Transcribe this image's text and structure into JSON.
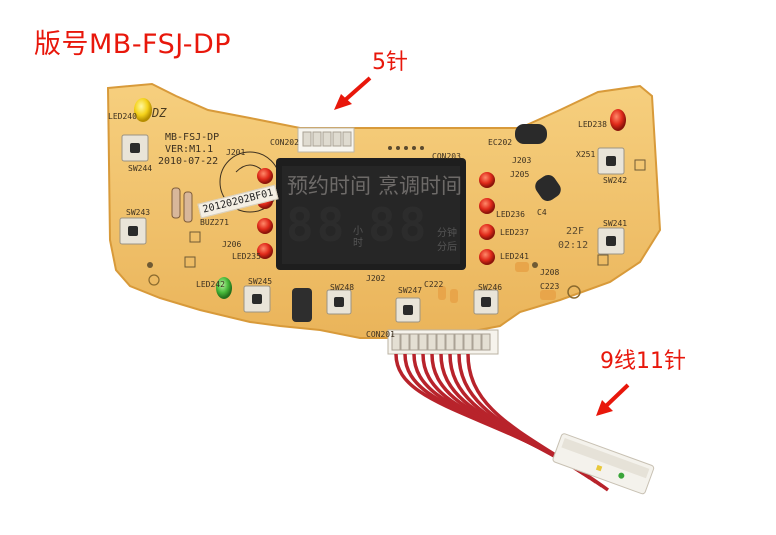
{
  "annotations": {
    "model_label": "版号MB-FSJ-DP",
    "connector_5pin_label": "5针",
    "cable_label": "9线11针"
  },
  "board": {
    "logo_text": "DZ",
    "model_silk": "MB-FSJ-DP",
    "version_silk": "VER:M1.1",
    "date_silk": "2010-07-22",
    "sticker_serial": "20120202BF01",
    "refs": {
      "led_yellow": "LED240",
      "led_green": "LED242",
      "led_right_top": "LED238",
      "sw_top_left": "SW244",
      "sw_mid_left": "SW243",
      "sw_bottom_left": "SW245",
      "sw_b1": "SW248",
      "sw_b2": "SW247",
      "sw_b3": "SW246",
      "sw_top_right": "SW242",
      "sw_mid_right": "SW241",
      "con_top": "CON202",
      "con_mid": "CON203",
      "con_bottom": "CON201",
      "ec": "EC202",
      "cap": "C223",
      "cap2": "C222",
      "crystal": "X251",
      "buzzer": "BUZ271",
      "j1": "J201",
      "j2": "J202",
      "j3": "J203",
      "j4": "J205",
      "j5": "J206",
      "j6": "J208",
      "led_d1": "LED235",
      "led_d2": "LED236",
      "led_d3": "LED237",
      "led_d4": "LED241",
      "c4": "C4",
      "zd": "22F",
      "ttime": "02:12"
    }
  },
  "display": {
    "label_reserve": "预约时间",
    "label_cook": "烹调时间",
    "digits_left": "88",
    "digits_right": "88",
    "unit_hour": "小时",
    "unit_min": "分钟",
    "unit_left": "分后"
  },
  "colors": {
    "board": "#f2c36a",
    "board_edge": "#d89a3a",
    "annotation_red": "#e8170b",
    "display_bg": "#1e1e1e",
    "wire_red": "#b8232b",
    "led_red": "#e02a1a",
    "led_yellow": "#f5d21a",
    "led_green": "#47b93a"
  },
  "icons": {
    "arrow_5pin": "red-arrow-down-left-icon",
    "arrow_cable": "red-arrow-down-left-icon"
  }
}
